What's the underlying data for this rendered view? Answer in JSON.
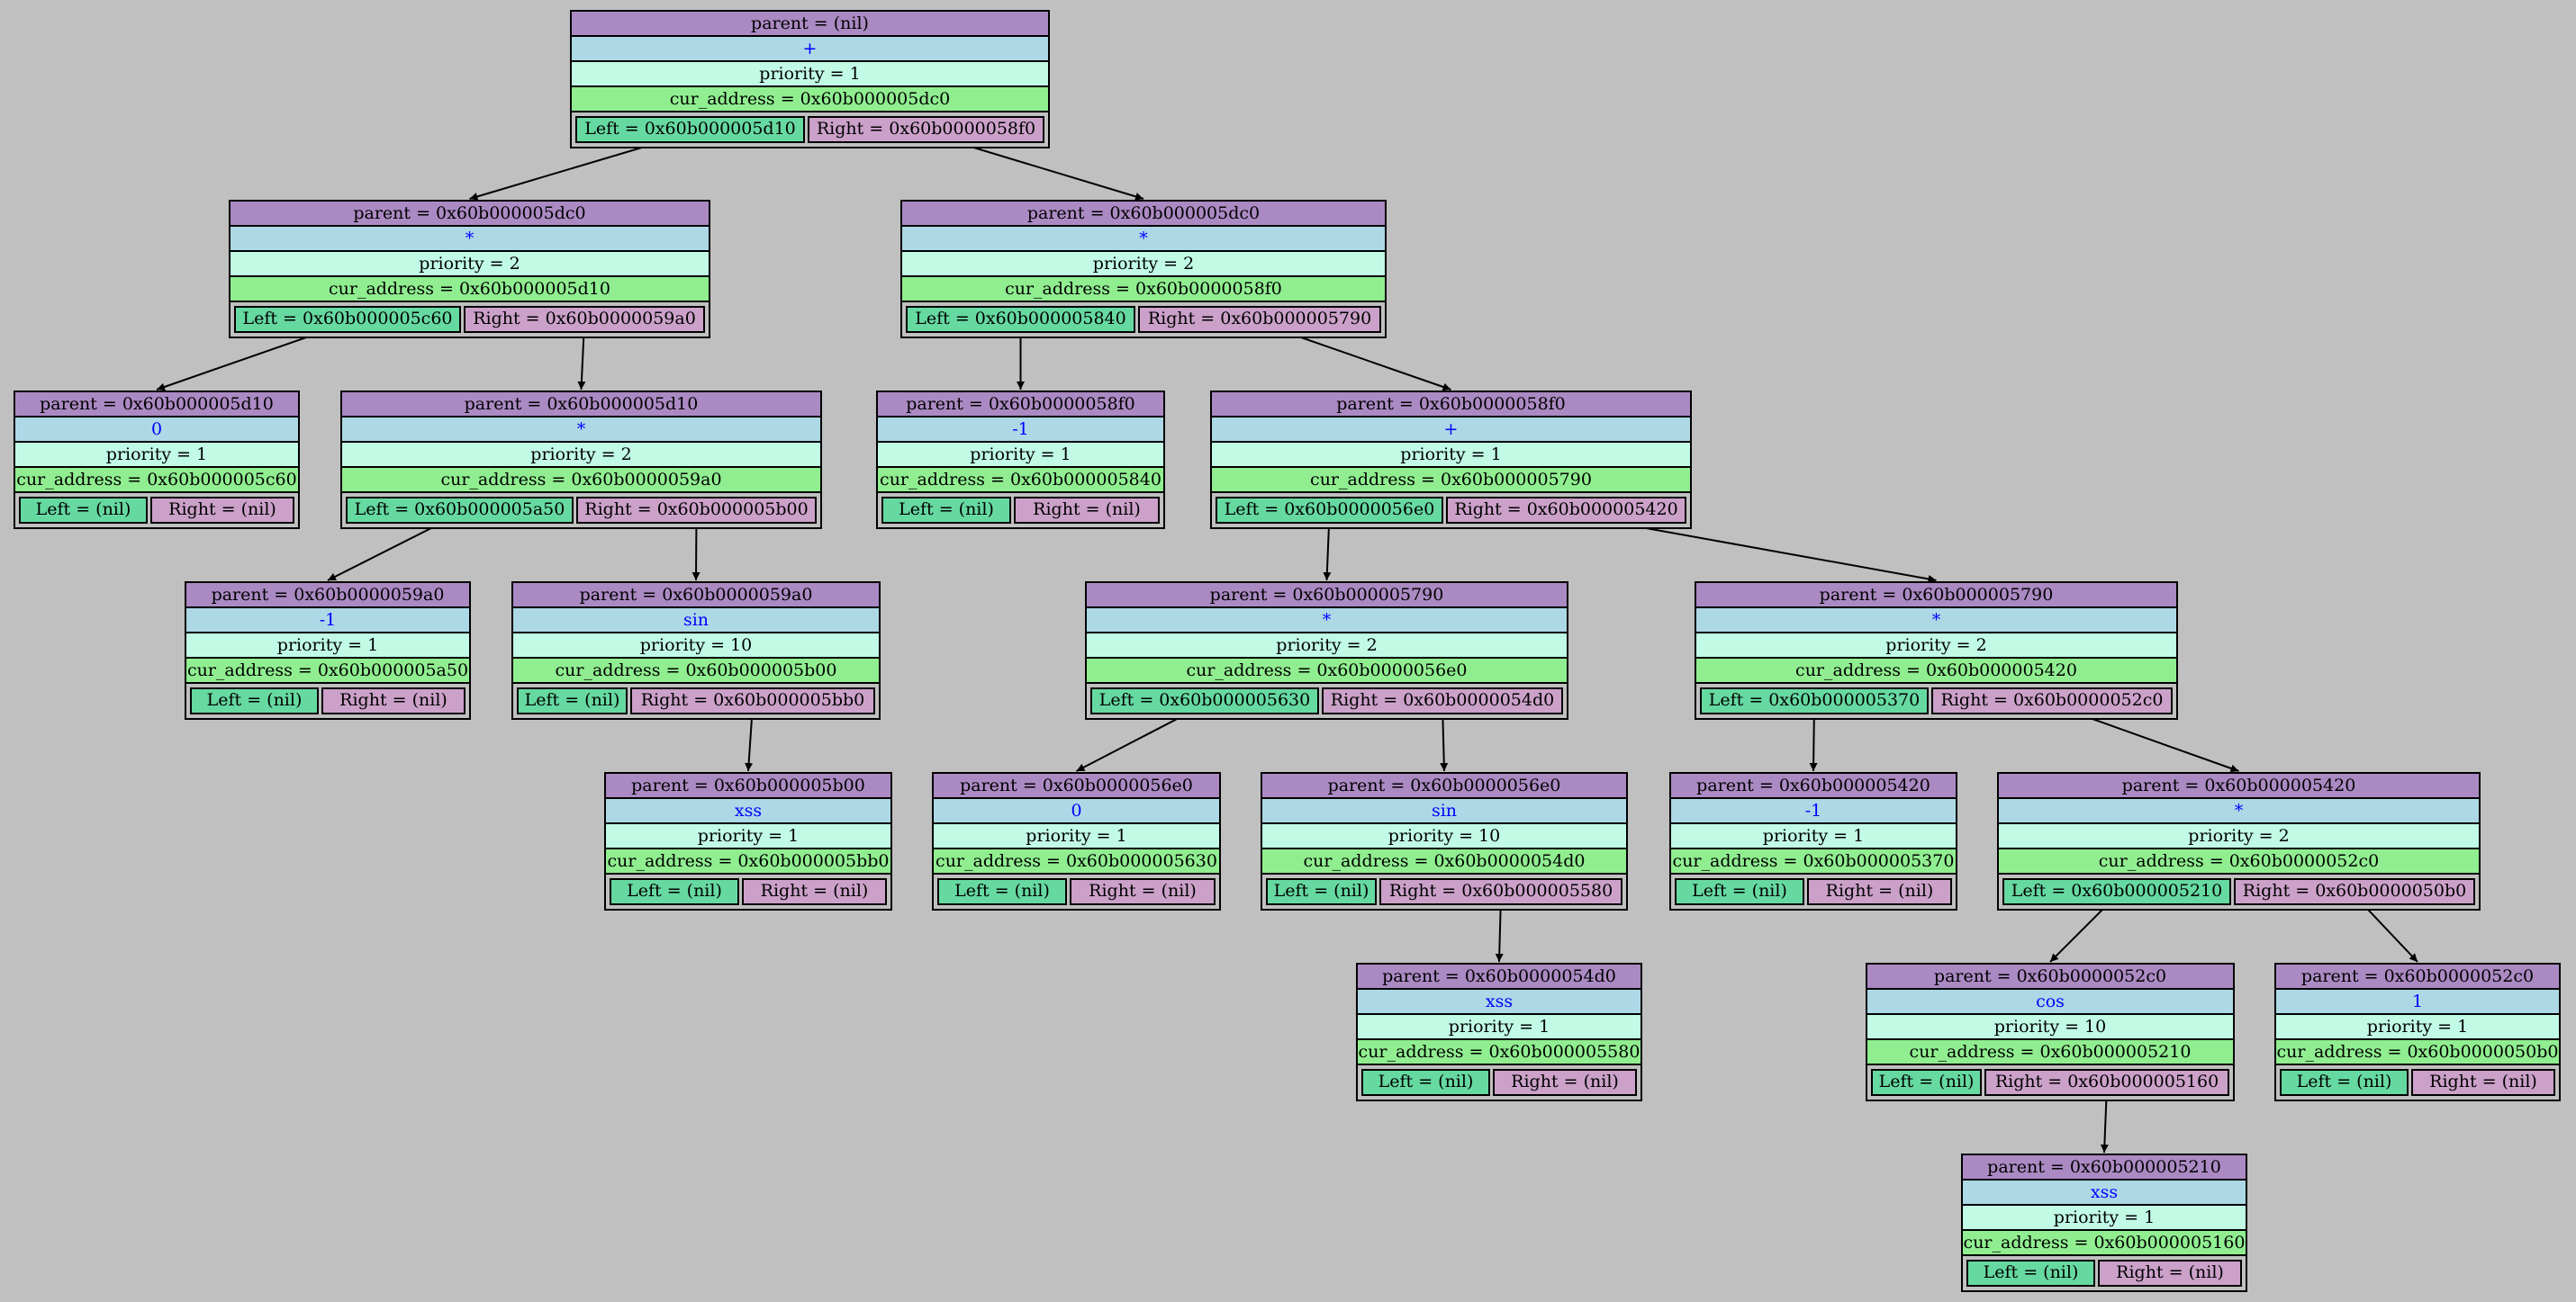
{
  "nodes": [
    {
      "id": "n5dc0",
      "parent": "parent = (nil)",
      "op": "+",
      "priority": "priority = 1",
      "address": "cur_address = 0x60b000005dc0",
      "left": "Left = 0x60b000005d10",
      "right": "Right =  0x60b0000058f0"
    },
    {
      "id": "n5d10",
      "parent": "parent = 0x60b000005dc0",
      "op": "*",
      "priority": "priority = 2",
      "address": "cur_address = 0x60b000005d10",
      "left": "Left = 0x60b000005c60",
      "right": "Right =  0x60b0000059a0"
    },
    {
      "id": "n58f0",
      "parent": "parent = 0x60b000005dc0",
      "op": "*",
      "priority": "priority = 2",
      "address": "cur_address = 0x60b0000058f0",
      "left": "Left = 0x60b000005840",
      "right": "Right =  0x60b000005790"
    },
    {
      "id": "n5c60",
      "parent": "parent = 0x60b000005d10",
      "op": "0",
      "priority": "priority = 1",
      "address": "cur_address = 0x60b000005c60",
      "left": "Left = (nil)",
      "right": "Right =  (nil)"
    },
    {
      "id": "n59a0",
      "parent": "parent = 0x60b000005d10",
      "op": "*",
      "priority": "priority = 2",
      "address": "cur_address = 0x60b0000059a0",
      "left": "Left = 0x60b000005a50",
      "right": "Right =  0x60b000005b00"
    },
    {
      "id": "n5840",
      "parent": "parent = 0x60b0000058f0",
      "op": "-1",
      "priority": "priority = 1",
      "address": "cur_address = 0x60b000005840",
      "left": "Left = (nil)",
      "right": "Right =  (nil)"
    },
    {
      "id": "n5790",
      "parent": "parent = 0x60b0000058f0",
      "op": "+",
      "priority": "priority = 1",
      "address": "cur_address = 0x60b000005790",
      "left": "Left = 0x60b0000056e0",
      "right": "Right =  0x60b000005420"
    },
    {
      "id": "n5a50",
      "parent": "parent = 0x60b0000059a0",
      "op": "-1",
      "priority": "priority = 1",
      "address": "cur_address = 0x60b000005a50",
      "left": "Left = (nil)",
      "right": "Right =  (nil)"
    },
    {
      "id": "n5b00",
      "parent": "parent = 0x60b0000059a0",
      "op": "sin",
      "priority": "priority = 10",
      "address": "cur_address = 0x60b000005b00",
      "left": "Left = (nil)",
      "right": "Right =  0x60b000005bb0"
    },
    {
      "id": "n56e0",
      "parent": "parent = 0x60b000005790",
      "op": "*",
      "priority": "priority = 2",
      "address": "cur_address = 0x60b0000056e0",
      "left": "Left = 0x60b000005630",
      "right": "Right =  0x60b0000054d0"
    },
    {
      "id": "n5420",
      "parent": "parent = 0x60b000005790",
      "op": "*",
      "priority": "priority = 2",
      "address": "cur_address = 0x60b000005420",
      "left": "Left = 0x60b000005370",
      "right": "Right =  0x60b0000052c0"
    },
    {
      "id": "n5bb0",
      "parent": "parent = 0x60b000005b00",
      "op": "xss",
      "priority": "priority = 1",
      "address": "cur_address = 0x60b000005bb0",
      "left": "Left = (nil)",
      "right": "Right =  (nil)"
    },
    {
      "id": "n5630",
      "parent": "parent = 0x60b0000056e0",
      "op": "0",
      "priority": "priority = 1",
      "address": "cur_address = 0x60b000005630",
      "left": "Left = (nil)",
      "right": "Right =  (nil)"
    },
    {
      "id": "n54d0",
      "parent": "parent = 0x60b0000056e0",
      "op": "sin",
      "priority": "priority = 10",
      "address": "cur_address = 0x60b0000054d0",
      "left": "Left = (nil)",
      "right": "Right =  0x60b000005580"
    },
    {
      "id": "n5370",
      "parent": "parent = 0x60b000005420",
      "op": "-1",
      "priority": "priority = 1",
      "address": "cur_address = 0x60b000005370",
      "left": "Left = (nil)",
      "right": "Right =  (nil)"
    },
    {
      "id": "n52c0",
      "parent": "parent = 0x60b000005420",
      "op": "*",
      "priority": "priority = 2",
      "address": "cur_address = 0x60b0000052c0",
      "left": "Left = 0x60b000005210",
      "right": "Right =  0x60b0000050b0"
    },
    {
      "id": "n5580",
      "parent": "parent = 0x60b0000054d0",
      "op": "xss",
      "priority": "priority = 1",
      "address": "cur_address = 0x60b000005580",
      "left": "Left = (nil)",
      "right": "Right =  (nil)"
    },
    {
      "id": "n5210",
      "parent": "parent = 0x60b0000052c0",
      "op": "cos",
      "priority": "priority = 10",
      "address": "cur_address = 0x60b000005210",
      "left": "Left = (nil)",
      "right": "Right =  0x60b000005160"
    },
    {
      "id": "n50b0",
      "parent": "parent = 0x60b0000052c0",
      "op": "1",
      "priority": "priority = 1",
      "address": "cur_address = 0x60b0000050b0",
      "left": "Left = (nil)",
      "right": "Right =  (nil)"
    },
    {
      "id": "n5160",
      "parent": "parent = 0x60b000005210",
      "op": "xss",
      "priority": "priority = 1",
      "address": "cur_address = 0x60b000005160",
      "left": "Left = (nil)",
      "right": "Right =  (nil)"
    }
  ],
  "edges": [
    {
      "from": "n5dc0",
      "side": "left",
      "to": "n5d10"
    },
    {
      "from": "n5dc0",
      "side": "right",
      "to": "n58f0"
    },
    {
      "from": "n5d10",
      "side": "left",
      "to": "n5c60"
    },
    {
      "from": "n5d10",
      "side": "right",
      "to": "n59a0"
    },
    {
      "from": "n58f0",
      "side": "left",
      "to": "n5840"
    },
    {
      "from": "n58f0",
      "side": "right",
      "to": "n5790"
    },
    {
      "from": "n59a0",
      "side": "left",
      "to": "n5a50"
    },
    {
      "from": "n59a0",
      "side": "right",
      "to": "n5b00"
    },
    {
      "from": "n5790",
      "side": "left",
      "to": "n56e0"
    },
    {
      "from": "n5790",
      "side": "right",
      "to": "n5420"
    },
    {
      "from": "n5b00",
      "side": "right",
      "to": "n5bb0"
    },
    {
      "from": "n56e0",
      "side": "left",
      "to": "n5630"
    },
    {
      "from": "n56e0",
      "side": "right",
      "to": "n54d0"
    },
    {
      "from": "n5420",
      "side": "left",
      "to": "n5370"
    },
    {
      "from": "n5420",
      "side": "right",
      "to": "n52c0"
    },
    {
      "from": "n54d0",
      "side": "right",
      "to": "n5580"
    },
    {
      "from": "n52c0",
      "side": "left",
      "to": "n5210"
    },
    {
      "from": "n52c0",
      "side": "right",
      "to": "n50b0"
    },
    {
      "from": "n5210",
      "side": "right",
      "to": "n5160"
    }
  ]
}
